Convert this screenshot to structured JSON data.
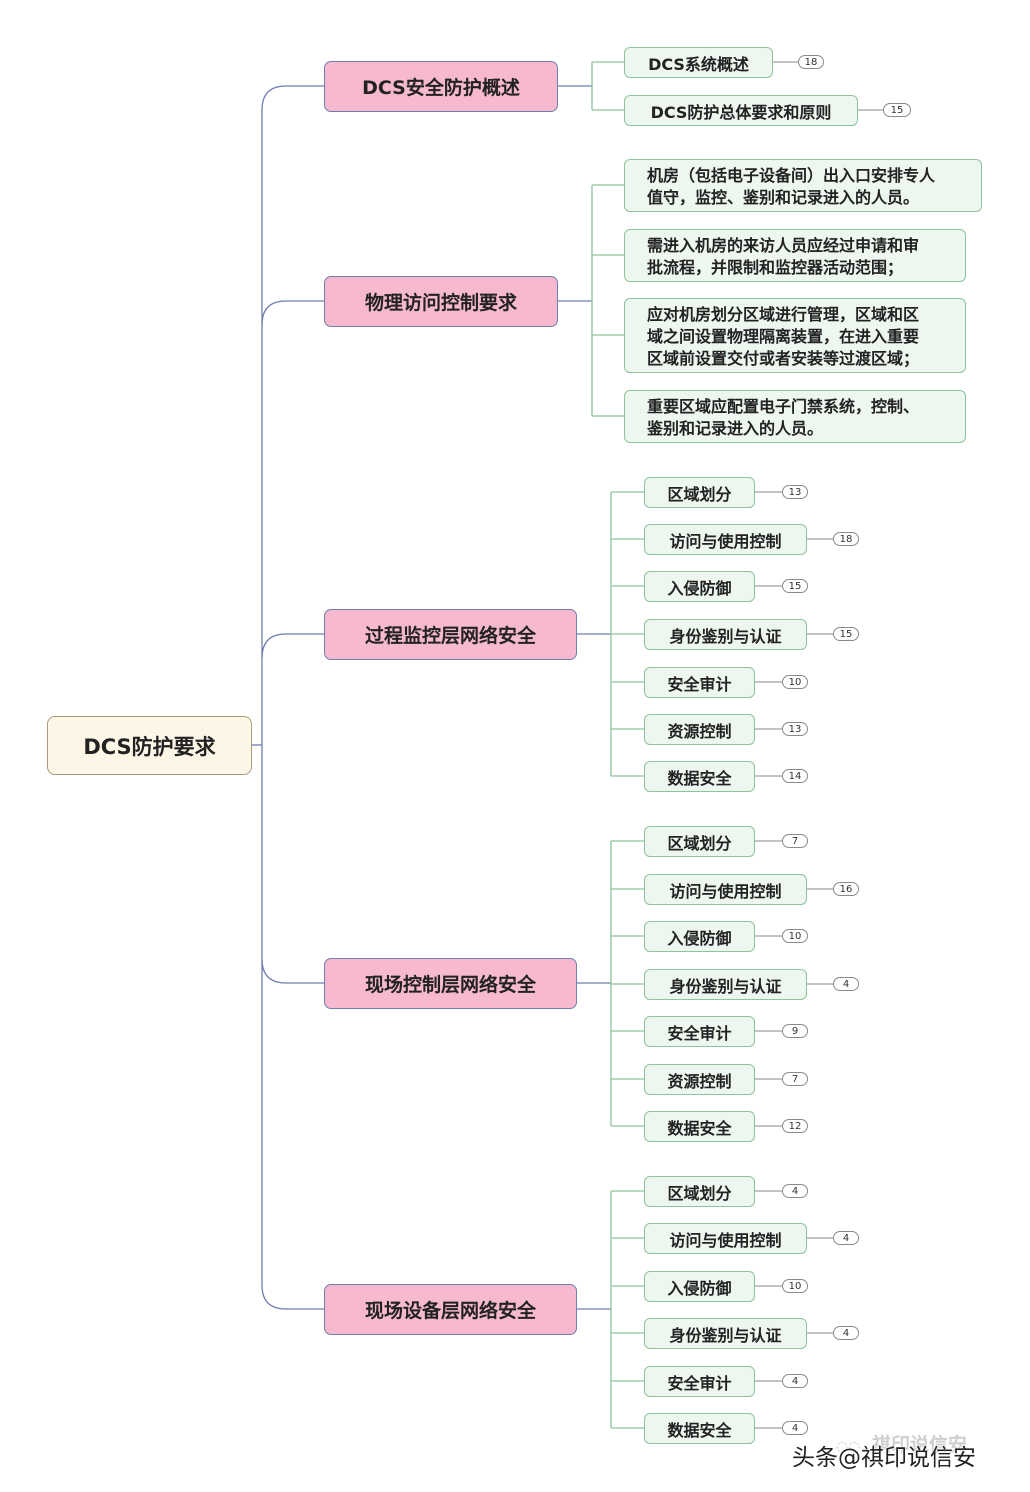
{
  "root": {
    "label": "DCS防护要求"
  },
  "branches": [
    {
      "label": "DCS安全防护概述",
      "children": [
        {
          "label": "DCS系统概述",
          "count": "18"
        },
        {
          "label": "DCS防护总体要求和原则",
          "count": "15"
        }
      ]
    },
    {
      "label": "物理访问控制要求",
      "children": [
        {
          "label": "机房（包括电子设备间）出入口安排专人\n值守，监控、鉴别和记录进入的人员。"
        },
        {
          "label": "需进入机房的来访人员应经过申请和审\n批流程，并限制和监控器活动范围；"
        },
        {
          "label": "应对机房划分区域进行管理，区域和区\n域之间设置物理隔离装置，在进入重要\n区域前设置交付或者安装等过渡区域；"
        },
        {
          "label": "重要区域应配置电子门禁系统，控制、\n鉴别和记录进入的人员。"
        }
      ]
    },
    {
      "label": "过程监控层网络安全",
      "children": [
        {
          "label": "区域划分",
          "count": "13"
        },
        {
          "label": "访问与使用控制",
          "count": "18"
        },
        {
          "label": "入侵防御",
          "count": "15"
        },
        {
          "label": "身份鉴别与认证",
          "count": "15"
        },
        {
          "label": "安全审计",
          "count": "10"
        },
        {
          "label": "资源控制",
          "count": "13"
        },
        {
          "label": "数据安全",
          "count": "14"
        }
      ]
    },
    {
      "label": "现场控制层网络安全",
      "children": [
        {
          "label": "区域划分",
          "count": "7"
        },
        {
          "label": "访问与使用控制",
          "count": "16"
        },
        {
          "label": "入侵防御",
          "count": "10"
        },
        {
          "label": "身份鉴别与认证",
          "count": "4"
        },
        {
          "label": "安全审计",
          "count": "9"
        },
        {
          "label": "资源控制",
          "count": "7"
        },
        {
          "label": "数据安全",
          "count": "12"
        }
      ]
    },
    {
      "label": "现场设备层网络安全",
      "children": [
        {
          "label": "区域划分",
          "count": "4"
        },
        {
          "label": "访问与使用控制",
          "count": "4"
        },
        {
          "label": "入侵防御",
          "count": "10"
        },
        {
          "label": "身份鉴别与认证",
          "count": "4"
        },
        {
          "label": "安全审计",
          "count": "4"
        },
        {
          "label": "数据安全",
          "count": "4"
        }
      ]
    }
  ],
  "watermark": {
    "text": "头条@祺印说信安",
    "faint_text": "祺印说信安"
  },
  "colors": {
    "root_fill": "#fdf5e5",
    "level1_fill": "#f7b9cf",
    "leaf_fill": "#edf6ef",
    "connector_blue": "#6f7fae",
    "connector_green": "#8fc39b"
  }
}
